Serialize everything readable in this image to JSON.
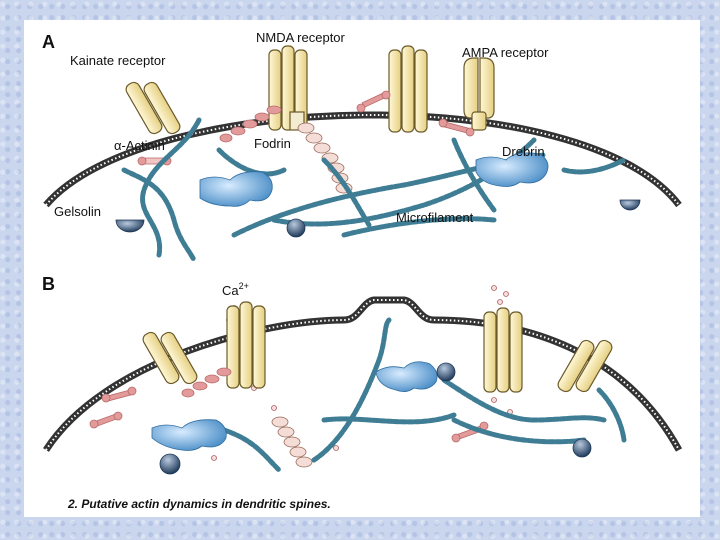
{
  "panel_a": {
    "label": "A",
    "kainate": "Kainate receptor",
    "nmda": "NMDA receptor",
    "ampa": "AMPA receptor",
    "actinin": "α-Actinin",
    "fodrin": "Fodrin",
    "drebrin": "Drebrin",
    "gelsolin": "Gelsolin",
    "microfilament": "Microfilament"
  },
  "panel_b": {
    "label": "B",
    "calcium": "Ca",
    "calcium_sup": "2+"
  },
  "caption": "2. Putative actin dynamics in dendritic spines.",
  "colors": {
    "actin": "#3f7d95",
    "receptor_fill": "#f3e3a6",
    "receptor_stroke": "#6b5a2a",
    "drebrin": "#4a8fc7",
    "gelsolin": "#3c5f86",
    "membrane": "#333333",
    "actinin": "#e39a9a"
  }
}
